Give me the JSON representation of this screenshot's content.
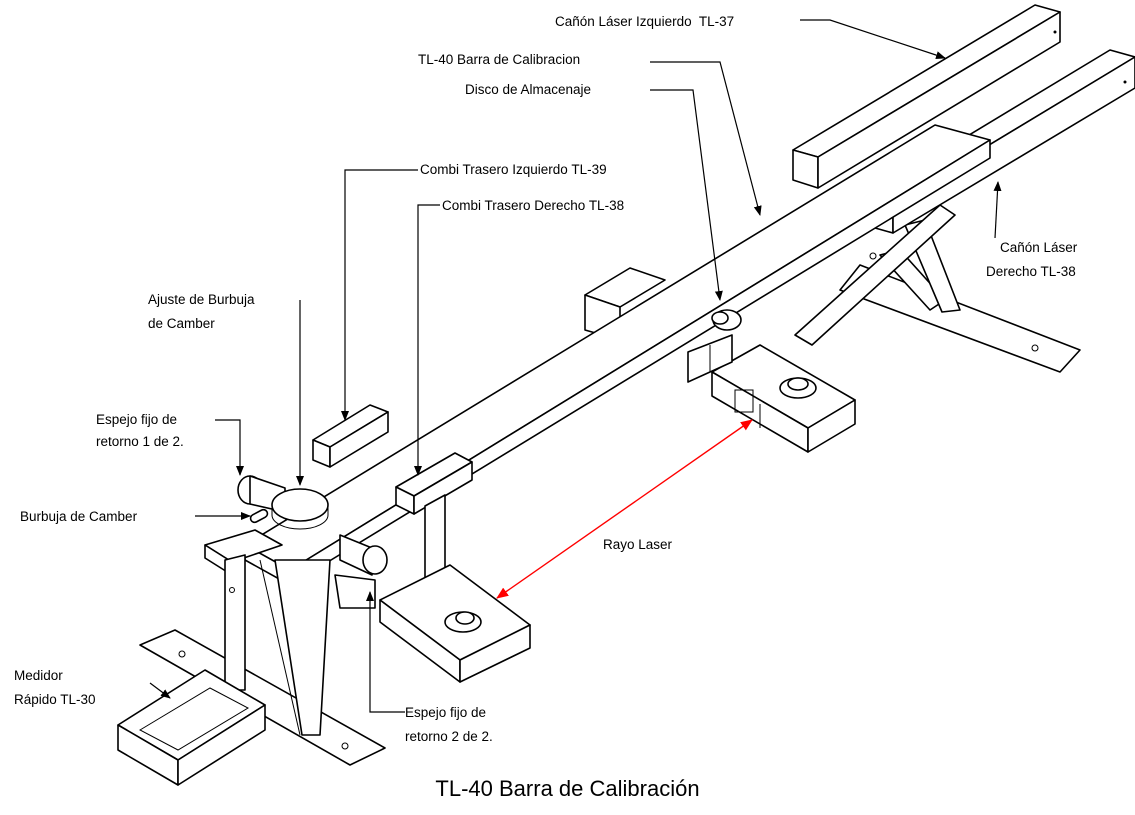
{
  "title": "TL-40 Barra de Calibración",
  "labels": {
    "canon_izq": "Cañón Láser Izquierdo  TL-37",
    "barra": "TL-40 Barra de Calibracion",
    "disco": "Disco de Almacenaje",
    "combi_izq": "Combi Trasero Izquierdo TL-39",
    "combi_der": "Combi Trasero Derecho TL-38",
    "canon_der_1": "Cañón Láser",
    "canon_der_2": "Derecho TL-38",
    "ajuste_1": "Ajuste de Burbuja",
    "ajuste_2": "de Camber",
    "espejo1_1": "Espejo fijo de",
    "espejo1_2": "retorno 1 de 2.",
    "burbuja": "Burbuja de Camber",
    "rayo": "Rayo Laser",
    "medidor_1": "Medidor",
    "medidor_2": "Rápido TL-30",
    "espejo2_1": "Espejo fijo de",
    "espejo2_2": "retorno 2 de 2."
  },
  "colors": {
    "laser_beam": "#ff0000",
    "ink": "#000000"
  }
}
